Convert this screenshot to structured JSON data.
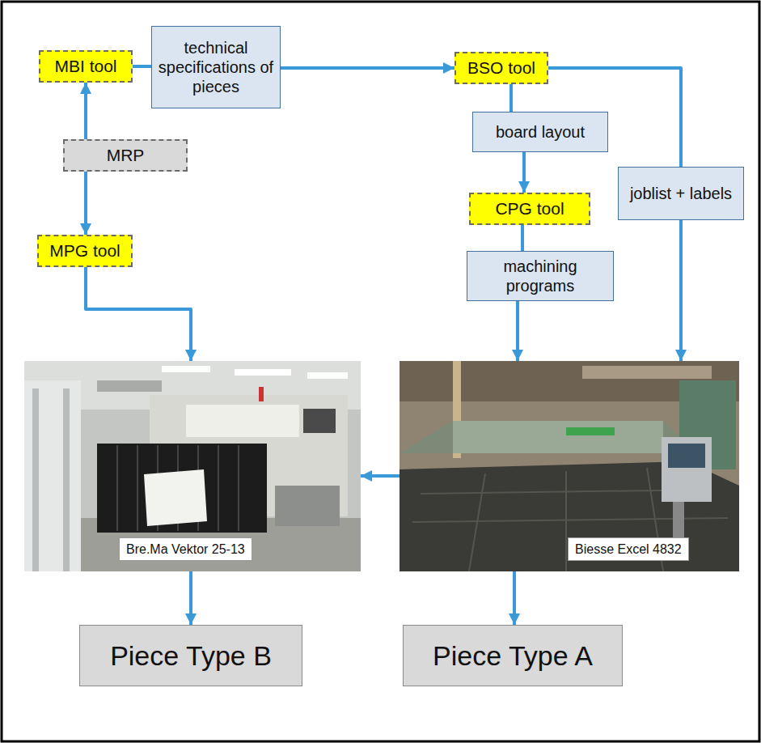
{
  "diagram": {
    "nodes": [
      {
        "text": [
          "MBI tool"
        ]
      },
      {
        "text": [
          "technical specifications of pieces"
        ]
      },
      {
        "text": [
          "BSO tool"
        ]
      },
      {
        "text": [
          "board layout"
        ]
      },
      {
        "text": [
          "joblist + labels"
        ]
      },
      {
        "text": [
          "MRP"
        ]
      },
      {
        "text": [
          "CPG tool"
        ]
      },
      {
        "text": [
          "MPG tool"
        ]
      },
      {
        "text": [
          "machining programs"
        ]
      },
      {
        "text": [
          "Bre.Ma Vektor 25-13"
        ]
      },
      {
        "text": [
          "Biesse Excel 4832"
        ]
      },
      {
        "text": [
          "Piece Type B"
        ]
      },
      {
        "text": [
          "Piece Type A"
        ]
      }
    ],
    "edges": [
      {
        "from": 0,
        "to": 1,
        "arrow": "none"
      },
      {
        "from": 1,
        "to": 2,
        "arrow": "to"
      },
      {
        "from": 2,
        "to": 3,
        "arrow": "none"
      },
      {
        "from": 3,
        "to": 6,
        "arrow": "to"
      },
      {
        "from": 2,
        "to": 4,
        "arrow": "none"
      },
      {
        "from": 6,
        "to": 8,
        "arrow": "none"
      },
      {
        "from": 8,
        "to": 10,
        "arrow": "to"
      },
      {
        "from": 4,
        "to": 10,
        "arrow": "to"
      },
      {
        "from": 5,
        "to": 0,
        "arrow": "to"
      },
      {
        "from": 5,
        "to": 7,
        "arrow": "to"
      },
      {
        "from": 7,
        "to": 9,
        "arrow": "to"
      },
      {
        "from": 10,
        "to": 9,
        "arrow": "to"
      },
      {
        "from": 9,
        "to": 11,
        "arrow": "to"
      },
      {
        "from": 10,
        "to": 12,
        "arrow": "to"
      }
    ]
  }
}
